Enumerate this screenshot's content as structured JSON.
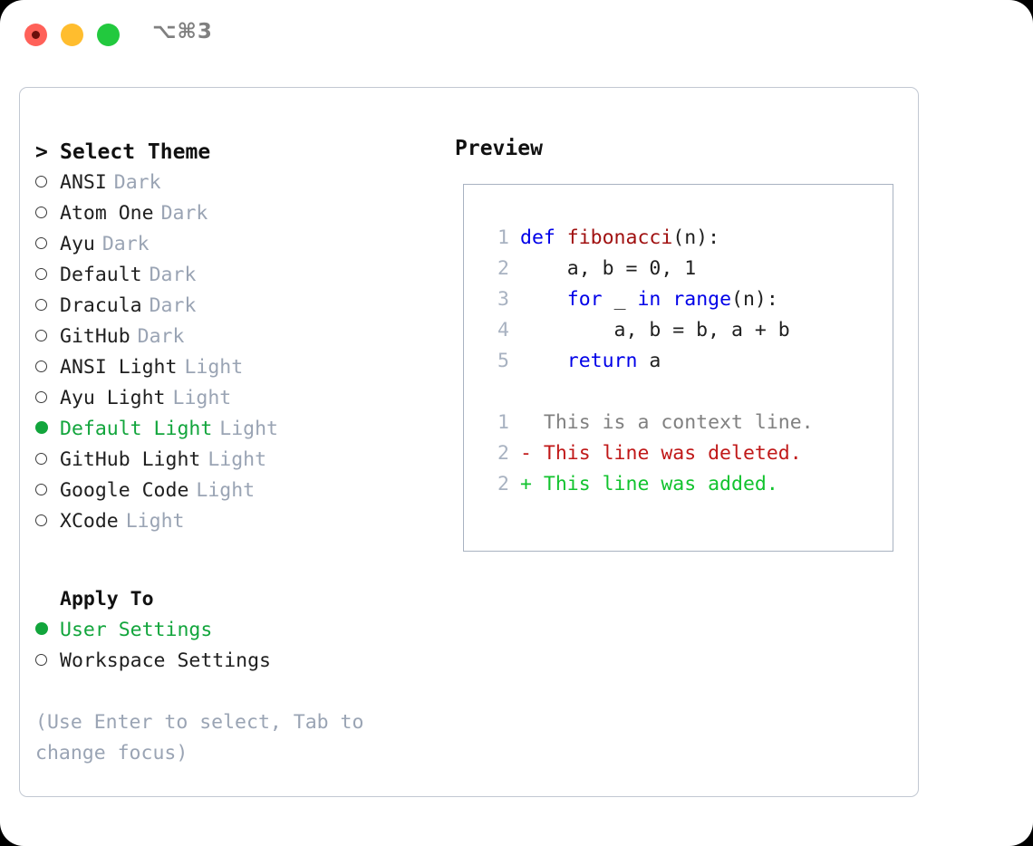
{
  "titlebar": {
    "shortcut": "⌥⌘3",
    "traffic_lights": [
      "close",
      "minimize",
      "maximize"
    ],
    "colors": {
      "close": "#ff6159",
      "minimize": "#ffbd2e",
      "maximize": "#22c93e"
    }
  },
  "theme_picker": {
    "caret": ">",
    "title": "Select Theme",
    "bullet_selected": "●",
    "bullet_unselected": "○",
    "selected_color": "#12a53c",
    "tag_color": "#9aa4b4",
    "items": [
      {
        "label": "ANSI",
        "tag": "Dark",
        "selected": false
      },
      {
        "label": "Atom One",
        "tag": "Dark",
        "selected": false
      },
      {
        "label": "Ayu",
        "tag": "Dark",
        "selected": false
      },
      {
        "label": "Default",
        "tag": "Dark",
        "selected": false
      },
      {
        "label": "Dracula",
        "tag": "Dark",
        "selected": false
      },
      {
        "label": "GitHub",
        "tag": "Dark",
        "selected": false
      },
      {
        "label": "ANSI Light",
        "tag": "Light",
        "selected": false
      },
      {
        "label": "Ayu Light",
        "tag": "Light",
        "selected": false
      },
      {
        "label": "Default Light",
        "tag": "Light",
        "selected": true
      },
      {
        "label": "GitHub Light",
        "tag": "Light",
        "selected": false
      },
      {
        "label": "Google Code",
        "tag": "Light",
        "selected": false
      },
      {
        "label": "XCode",
        "tag": "Light",
        "selected": false
      }
    ]
  },
  "apply_to": {
    "title": "Apply To",
    "items": [
      {
        "label": "User Settings",
        "selected": true
      },
      {
        "label": "Workspace Settings",
        "selected": false
      }
    ]
  },
  "hint": "(Use Enter to select, Tab to change focus)",
  "preview": {
    "title": "Preview",
    "code_lines": [
      {
        "number": "1",
        "tokens": [
          {
            "text": "def ",
            "kind": "kw"
          },
          {
            "text": "fibonacci",
            "kind": "fn"
          },
          {
            "text": "(n):",
            "kind": "plain"
          }
        ]
      },
      {
        "number": "2",
        "tokens": [
          {
            "text": "    a, b = 0, 1",
            "kind": "plain"
          }
        ]
      },
      {
        "number": "3",
        "tokens": [
          {
            "text": "    ",
            "kind": "plain"
          },
          {
            "text": "for",
            "kind": "kw"
          },
          {
            "text": " _ ",
            "kind": "plain"
          },
          {
            "text": "in",
            "kind": "kw"
          },
          {
            "text": " ",
            "kind": "plain"
          },
          {
            "text": "range",
            "kind": "kw"
          },
          {
            "text": "(n):",
            "kind": "plain"
          }
        ]
      },
      {
        "number": "4",
        "tokens": [
          {
            "text": "        a, b = b, a + b",
            "kind": "plain"
          }
        ]
      },
      {
        "number": "5",
        "tokens": [
          {
            "text": "    ",
            "kind": "plain"
          },
          {
            "text": "return",
            "kind": "kw"
          },
          {
            "text": " a",
            "kind": "plain"
          }
        ]
      }
    ],
    "diff_lines": [
      {
        "number": "1",
        "marker": "  ",
        "text": "This is a context line.",
        "kind": "diff-context"
      },
      {
        "number": "2",
        "marker": "- ",
        "text": "This line was deleted.",
        "kind": "diff-del"
      },
      {
        "number": "2",
        "marker": "+ ",
        "text": "This line was added.",
        "kind": "diff-add"
      }
    ],
    "syntax_colors": {
      "keyword": "#0000e8",
      "function": "#a01010",
      "plain": "#1f1f1f",
      "line_number": "#a8b2c1",
      "diff_context": "#808080",
      "diff_deleted": "#c01818",
      "diff_added": "#12c32e"
    }
  }
}
